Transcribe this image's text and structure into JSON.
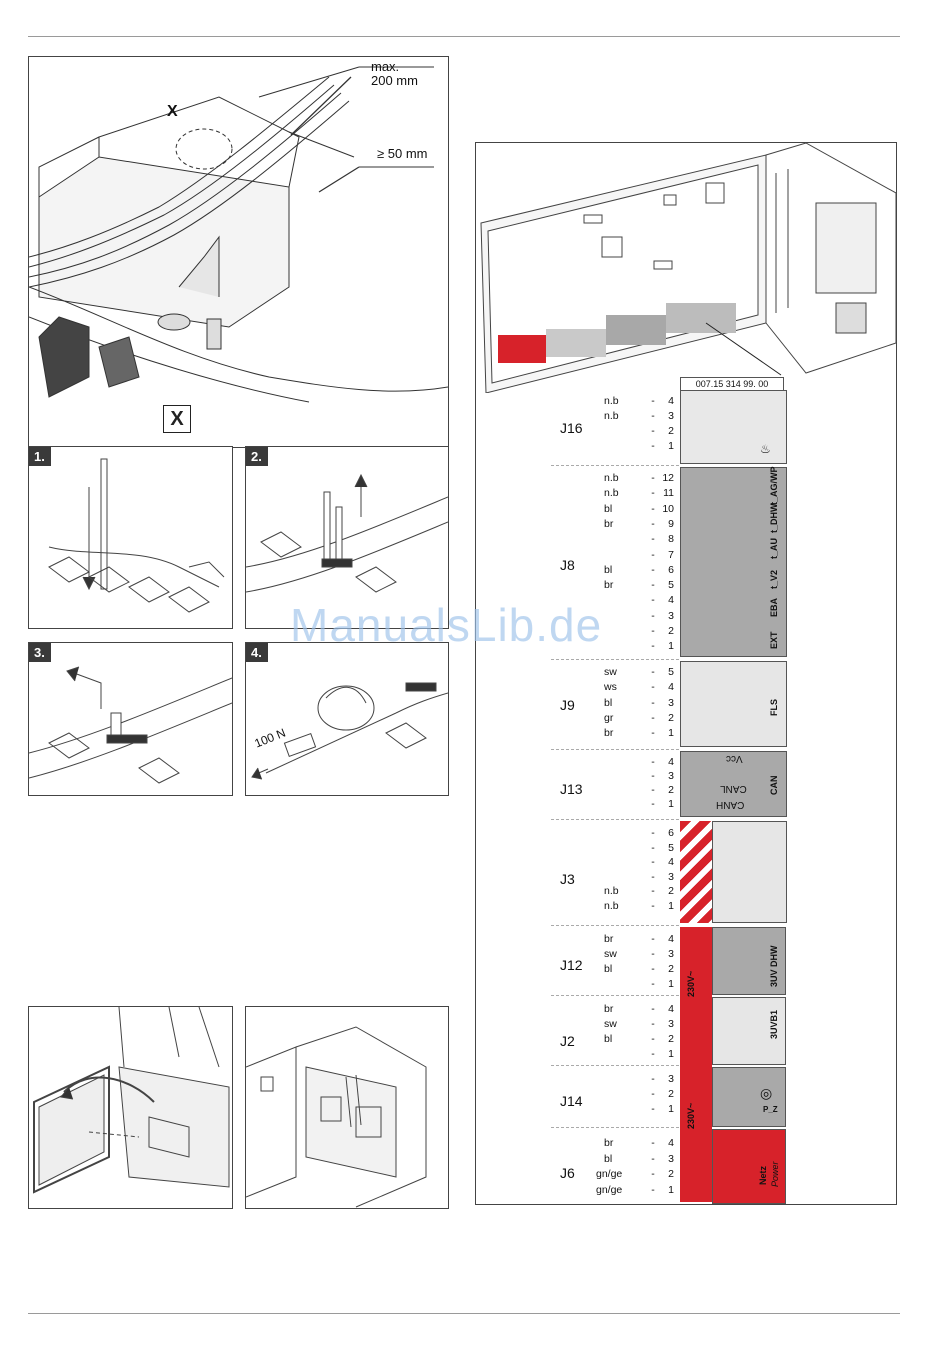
{
  "figure1": {
    "dim_max": "max.",
    "dim_max_val": "200 mm",
    "dim_min": "≥ 50 mm",
    "callout": "X",
    "detail_label": "X"
  },
  "steps": [
    "1.",
    "2.",
    "3.",
    "4."
  ],
  "force_label": "100 N",
  "board": {
    "part_no": "007.15 314 99. 00"
  },
  "connectors": [
    {
      "name": "J16",
      "pins": [
        {
          "code": "n.b",
          "n": "4"
        },
        {
          "code": "n.b",
          "n": "3"
        },
        {
          "code": "",
          "n": "2"
        },
        {
          "code": "",
          "n": "1"
        }
      ]
    },
    {
      "name": "J8",
      "label_groups": [
        "t_AG/WP",
        "t_DHW",
        "t_AU",
        "t_V2",
        "EBA",
        "EXT"
      ],
      "pins": [
        {
          "code": "n.b",
          "n": "12"
        },
        {
          "code": "n.b",
          "n": "11"
        },
        {
          "code": "bl",
          "n": "10"
        },
        {
          "code": "br",
          "n": "9"
        },
        {
          "code": "",
          "n": "8"
        },
        {
          "code": "",
          "n": "7"
        },
        {
          "code": "bl",
          "n": "6"
        },
        {
          "code": "br",
          "n": "5"
        },
        {
          "code": "",
          "n": "4"
        },
        {
          "code": "",
          "n": "3"
        },
        {
          "code": "",
          "n": "2"
        },
        {
          "code": "",
          "n": "1"
        }
      ]
    },
    {
      "name": "J9",
      "label": "FLS",
      "pins": [
        {
          "code": "sw",
          "n": "5"
        },
        {
          "code": "ws",
          "n": "4"
        },
        {
          "code": "bl",
          "n": "3"
        },
        {
          "code": "gr",
          "n": "2"
        },
        {
          "code": "br",
          "n": "1"
        }
      ]
    },
    {
      "name": "J13",
      "label": "CAN",
      "signals": [
        "Vcc",
        "CANL",
        "CANH"
      ],
      "pins": [
        {
          "code": "",
          "n": "4"
        },
        {
          "code": "",
          "n": "3"
        },
        {
          "code": "",
          "n": "2"
        },
        {
          "code": "",
          "n": "1"
        }
      ]
    },
    {
      "name": "J3",
      "pins": [
        {
          "code": "",
          "n": "6"
        },
        {
          "code": "",
          "n": "5"
        },
        {
          "code": "",
          "n": "4"
        },
        {
          "code": "",
          "n": "3"
        },
        {
          "code": "n.b",
          "n": "2"
        },
        {
          "code": "n.b",
          "n": "1"
        }
      ]
    },
    {
      "name": "J12",
      "label": "3UV DHW",
      "pins": [
        {
          "code": "br",
          "n": "4"
        },
        {
          "code": "sw",
          "n": "3"
        },
        {
          "code": "bl",
          "n": "2"
        },
        {
          "code": "",
          "n": "1"
        }
      ]
    },
    {
      "name": "J2",
      "label": "3UVB1",
      "pins": [
        {
          "code": "br",
          "n": "4"
        },
        {
          "code": "sw",
          "n": "3"
        },
        {
          "code": "bl",
          "n": "2"
        },
        {
          "code": "",
          "n": "1"
        }
      ]
    },
    {
      "name": "J14",
      "label": "P_Z",
      "pins": [
        {
          "code": "",
          "n": "3"
        },
        {
          "code": "",
          "n": "2"
        },
        {
          "code": "",
          "n": "1"
        }
      ]
    },
    {
      "name": "J6",
      "label": "Netz",
      "sublabel": "Power",
      "pins": [
        {
          "code": "br",
          "n": "4"
        },
        {
          "code": "bl",
          "n": "3"
        },
        {
          "code": "gn/ge",
          "n": "2"
        },
        {
          "code": "gn/ge",
          "n": "1"
        }
      ]
    }
  ],
  "voltage_label": "230V~",
  "watermark": "ManualsLib.de"
}
